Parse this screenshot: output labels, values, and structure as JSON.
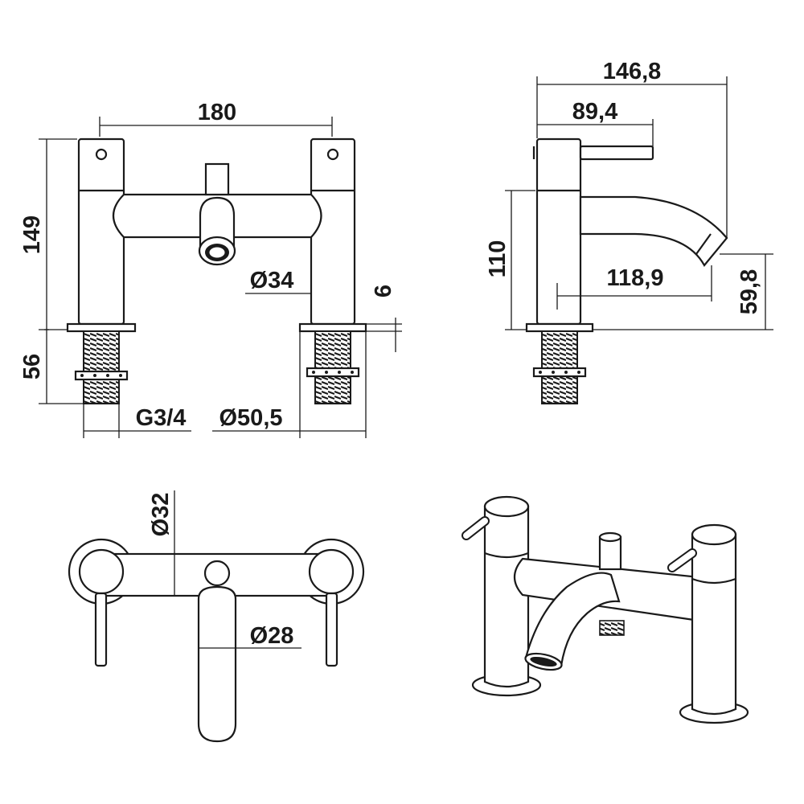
{
  "dimensions": {
    "front_width": "180",
    "front_height": "149",
    "front_shank": "56",
    "front_spout_dia": "Ø34",
    "front_plate": "6",
    "front_thread": "G3/4",
    "front_base_dia": "Ø50,5",
    "side_total": "146,8",
    "side_lever": "89,4",
    "side_height": "110",
    "side_reach": "118,9",
    "side_spout_height": "59,8",
    "top_body_dia": "Ø32",
    "top_spout_dia": "Ø28"
  },
  "colors": {
    "line": "#1a1a1a",
    "background": "#ffffff"
  }
}
